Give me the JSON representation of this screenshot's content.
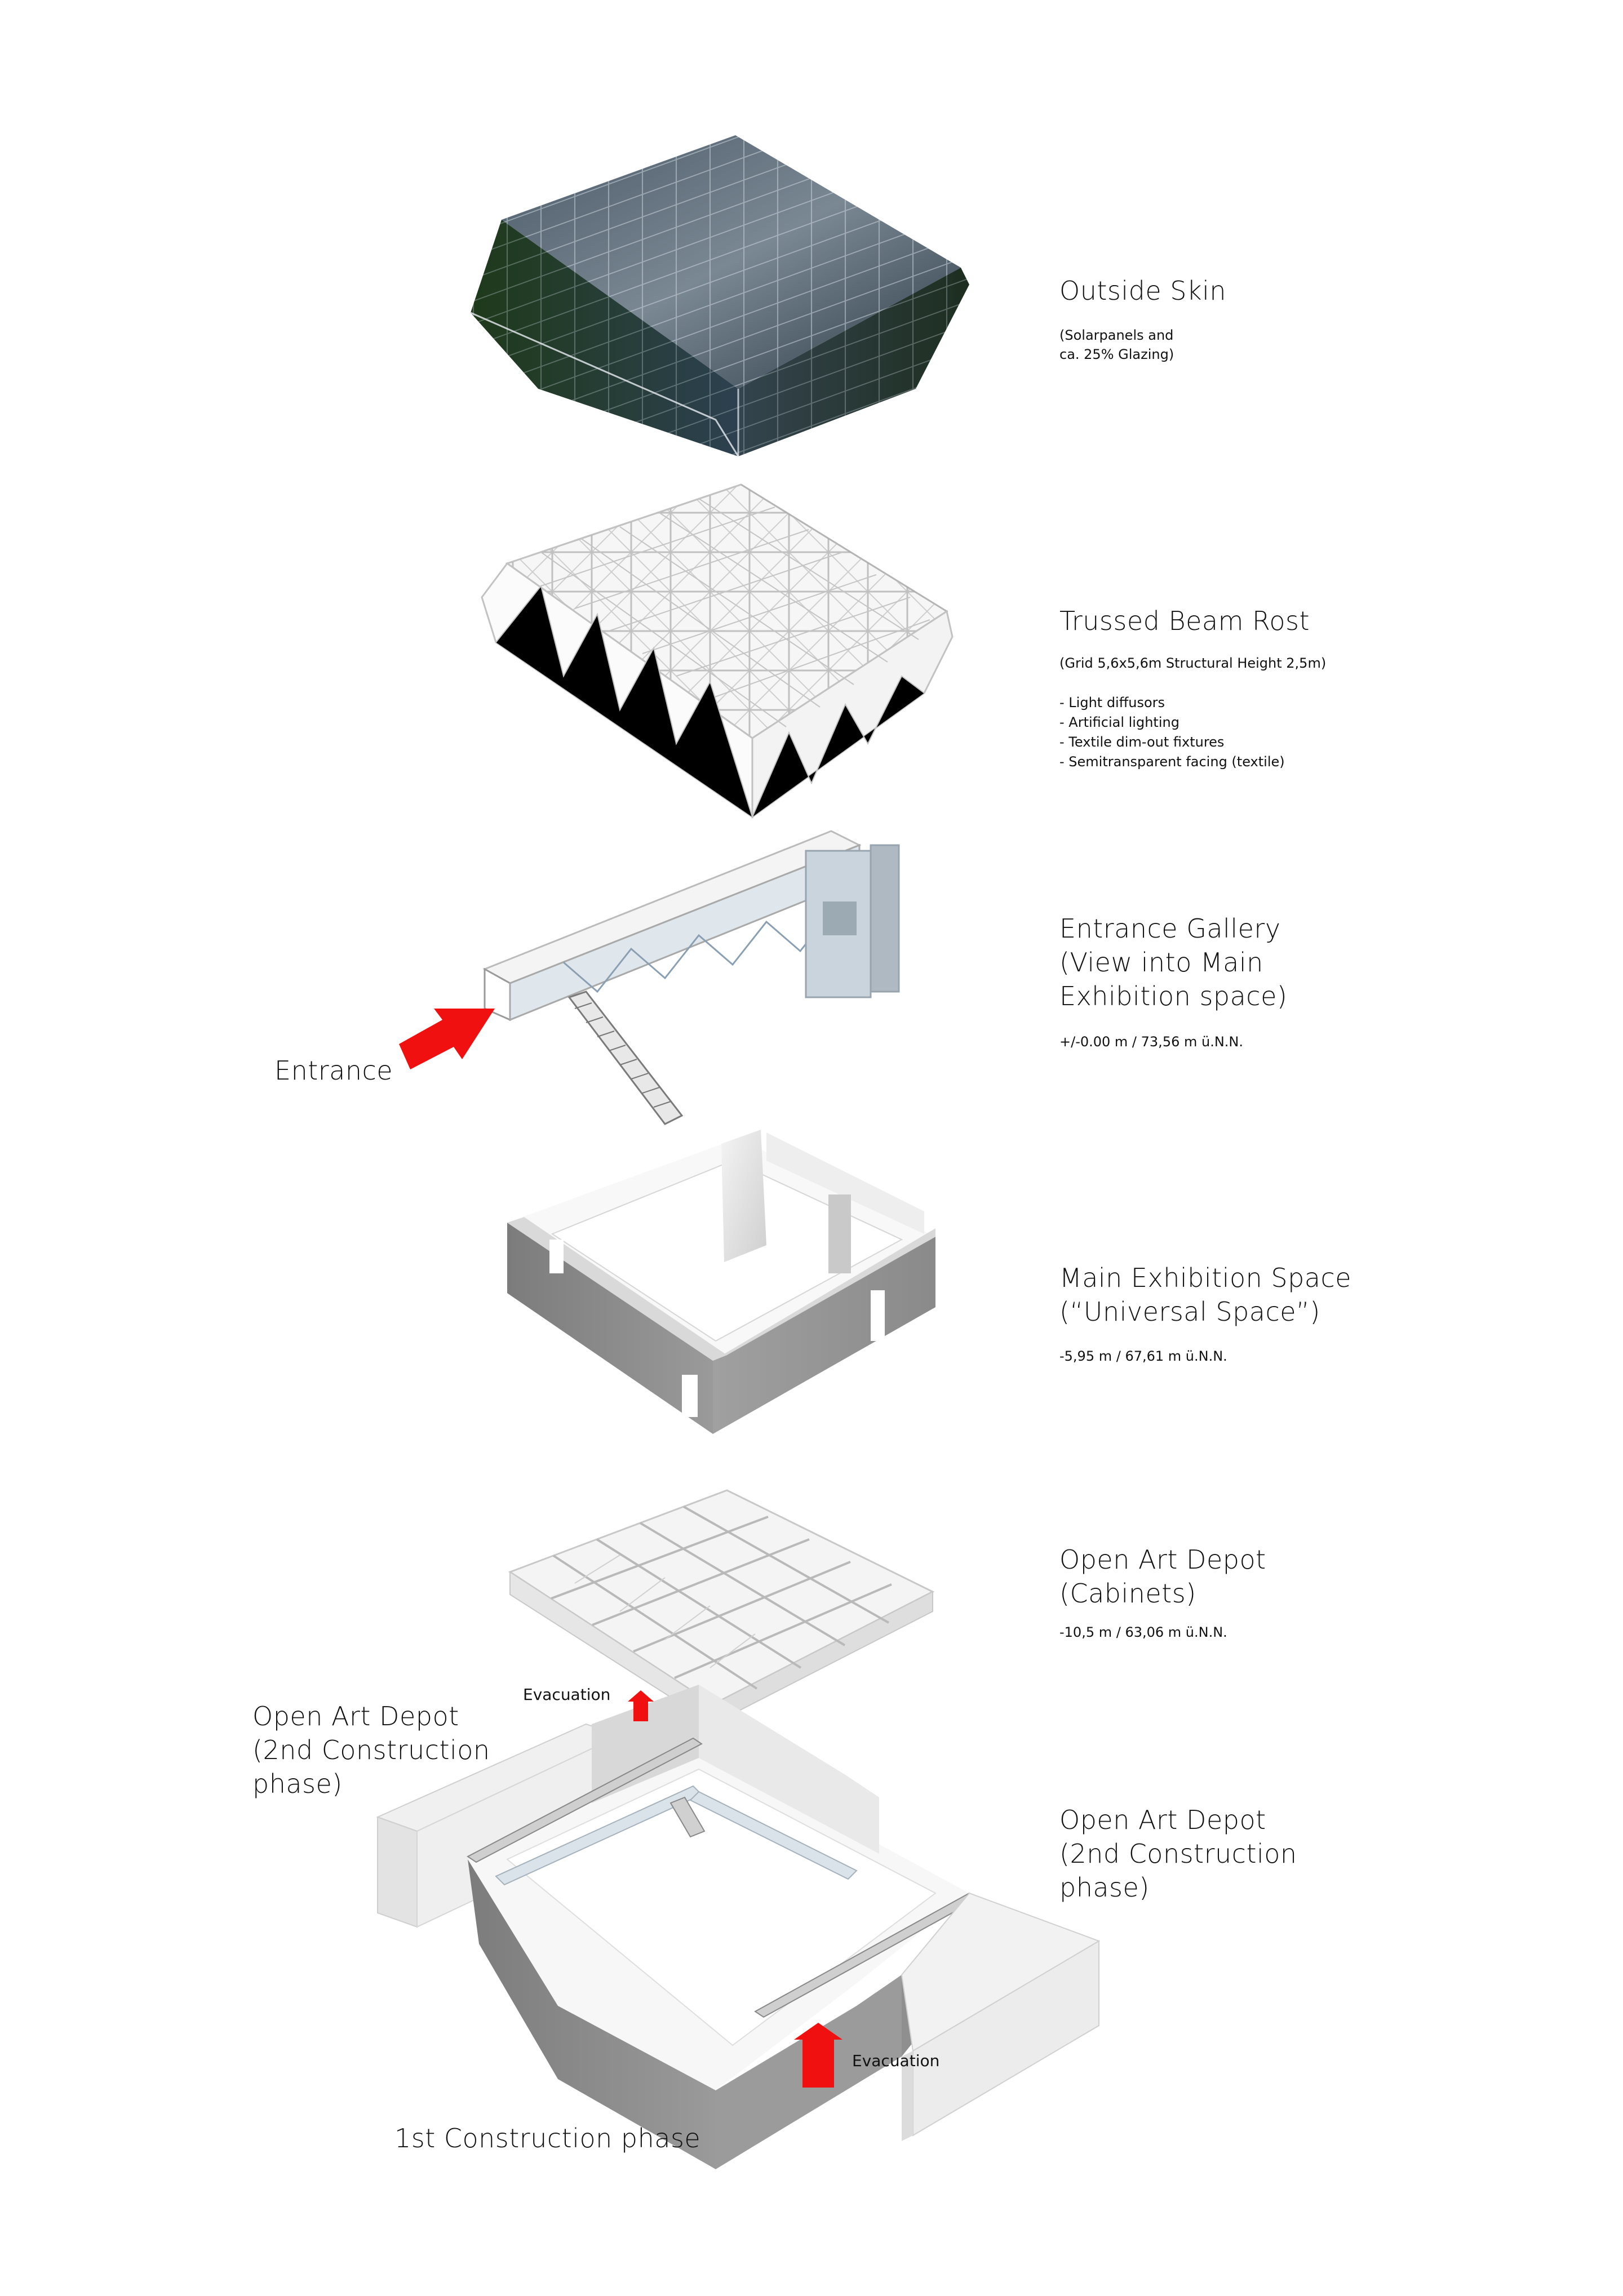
{
  "layers": {
    "outside_skin": {
      "title": "Outside Skin",
      "note": "(Solarpanels and\nca. 25% Glazing)"
    },
    "trussed_beam": {
      "title": "Trussed Beam Rost",
      "note": "(Grid 5,6x5,6m Structural Height 2,5m)",
      "items": [
        "- Light diffusors",
        "- Artificial lighting",
        "- Textile dim-out fixtures",
        "- Semitransparent facing (textile)"
      ]
    },
    "entrance_gallery": {
      "title": "Entrance Gallery\n(View into Main\nExhibition space)",
      "level": "+/-0.00 m / 73,56 m ü.N.N.",
      "entrance_label": "Entrance"
    },
    "main_exhibition": {
      "title": "Main Exhibition Space\n(“Universal Space”)",
      "level": "-5,95 m / 67,61 m ü.N.N."
    },
    "open_art_depot": {
      "title": "Open Art Depot\n(Cabinets)",
      "level": "-10,5 m / 63,06 m ü.N.N."
    },
    "base": {
      "left_label": "Open Art Depot\n(2nd Construction\nphase)",
      "right_label": "Open Art Depot\n(2nd Construction\nphase)",
      "bottom_label": "1st Construction phase",
      "evac_top": "Evacuation",
      "evac_bottom": "Evacuation"
    }
  },
  "colors": {
    "arrow": "#f01010",
    "wall_dark": "#8e8e8e",
    "wall_light": "#e4e4e4",
    "glass_dark": "#1d2a32"
  }
}
